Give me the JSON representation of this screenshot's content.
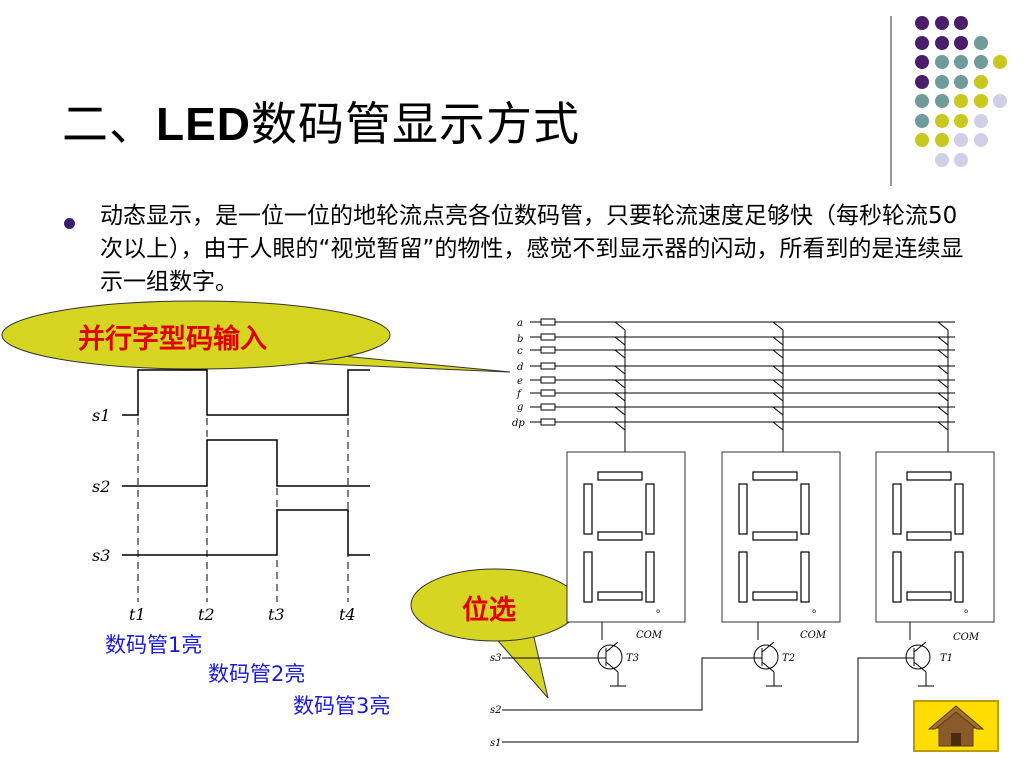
{
  "title": {
    "prefix": "二、",
    "bold": "LED",
    "suffix": "数码管显示方式"
  },
  "body": {
    "bullet": "动态显示，是一位一位的地轮流点亮各位数码管，只要轮流速度足够快（每秒轮流50次以上），由于人眼的“视觉暂留”的物性，感觉不到显示器的闪动，所看到的是连续显示一组数字。"
  },
  "callouts": {
    "parallel_input": "并行字型码输入",
    "bit_select": "位选"
  },
  "timing": {
    "signals": [
      "s1",
      "s2",
      "s3"
    ],
    "times": [
      "t1",
      "t2",
      "t3",
      "t4"
    ],
    "lit": [
      "数码管1亮",
      "数码管2亮",
      "数码管3亮"
    ]
  },
  "circuit": {
    "segments": [
      "a",
      "b",
      "c",
      "d",
      "e",
      "f",
      "g",
      "dp"
    ],
    "com": [
      "COM",
      "COM",
      "COM"
    ],
    "transistors": [
      "T3",
      "T2",
      "T1"
    ],
    "selects": [
      "s3",
      "s2",
      "s1"
    ],
    "decimal_point": [
      "。",
      "。",
      "。"
    ]
  },
  "colors": {
    "dot_purple": "#4a1e6b",
    "dot_teal": "#6f9c9a",
    "dot_yellow": "#c8c81e",
    "dot_lavender": "#cfcfe6",
    "callout_fill": "#d6d622",
    "callout_text": "#e00000",
    "label_blue": "#1a1ad6",
    "home_button": "#ffdd00"
  },
  "icons": {
    "home": "home-icon"
  }
}
